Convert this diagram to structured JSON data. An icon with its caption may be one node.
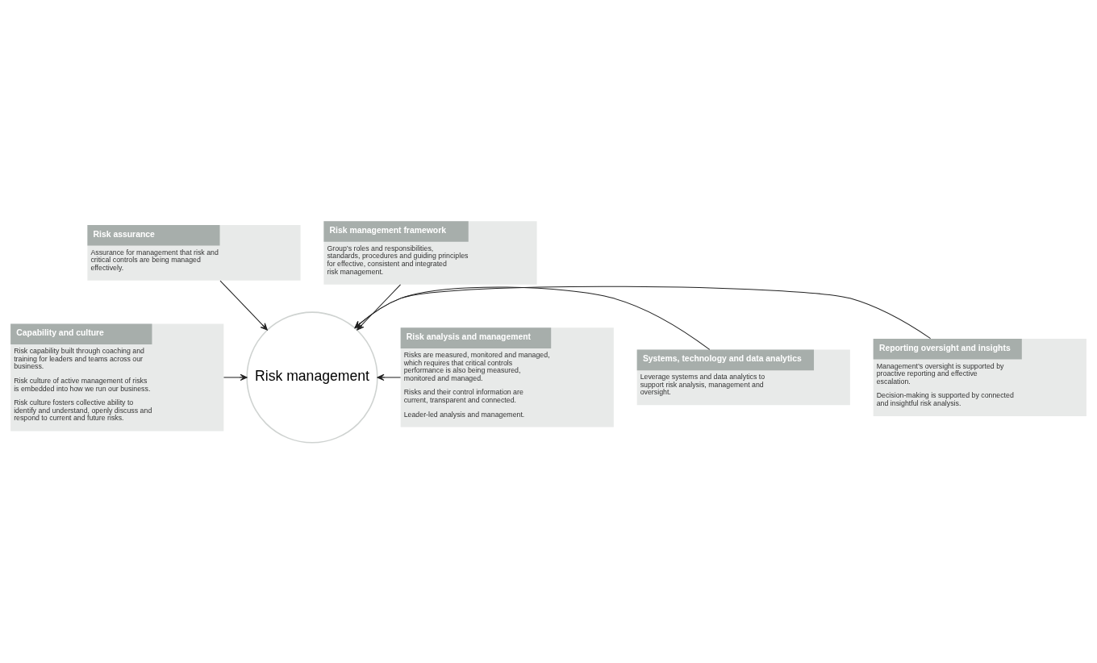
{
  "diagram": {
    "nodes": [
      {
        "text": [
          "Risk assurance",
          "Assurance for management that risk and critical controls are being managed effectively."
        ]
      },
      {
        "text": [
          "Risk management framework",
          "Group’s roles and responsibilities, standards, procedures and guiding principles for effective, consistent and integrated risk management."
        ]
      },
      {
        "text": [
          "Capability and culture",
          "Risk capability built through coaching and training for leaders and teams across our business.",
          "Risk culture of active management of risks is embedded into how we run our business.",
          "Risk culture fosters collective ability to identify and understand, openly discuss and respond to current and future risks."
        ]
      },
      {
        "text": [
          "Risk management"
        ]
      },
      {
        "text": [
          "Risk analysis and management",
          "Risks are measured, monitored and managed, which requires that critical controls performance is also being measured, monitored and managed.",
          "Risks and their control information are current, transparent and connected.",
          "Leader-led analysis and management."
        ]
      },
      {
        "text": [
          "Systems, technology and data analytics",
          "Leverage systems and data analytics to support risk analysis, management and oversight."
        ]
      },
      {
        "text": [
          "Reporting oversight and insights",
          "Management’s oversight is supported by proactive reporting and effective escalation.",
          "Decision-making is supported by connected and insightful risk analysis."
        ]
      }
    ],
    "edges": [
      {
        "from": 0,
        "to": 3,
        "arrow": "to"
      },
      {
        "from": 1,
        "to": 3,
        "arrow": "to"
      },
      {
        "from": 2,
        "to": 3,
        "arrow": "to"
      },
      {
        "from": 4,
        "to": 3,
        "arrow": "to"
      },
      {
        "from": 5,
        "to": 3,
        "arrow": "to"
      },
      {
        "from": 6,
        "to": 3,
        "arrow": "to"
      }
    ]
  }
}
